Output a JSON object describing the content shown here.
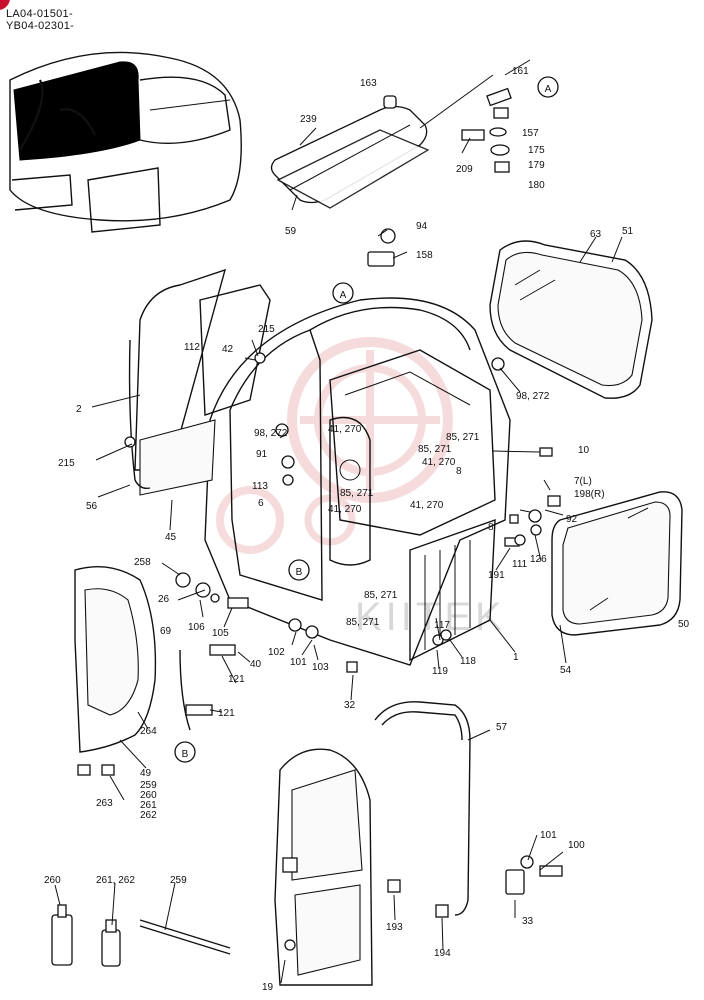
{
  "header": {
    "serial_1": "LA04-01501-",
    "serial_2": "YB04-02301-"
  },
  "watermark": "KIITEK",
  "view_markers": [
    "A",
    "A",
    "B",
    "B"
  ],
  "part_labels": [
    {
      "id": "p163",
      "text": "163"
    },
    {
      "id": "p161",
      "text": "161"
    },
    {
      "id": "p157",
      "text": "157"
    },
    {
      "id": "p175",
      "text": "175"
    },
    {
      "id": "p179",
      "text": "179"
    },
    {
      "id": "p180",
      "text": "180"
    },
    {
      "id": "p209",
      "text": "209"
    },
    {
      "id": "p239",
      "text": "239"
    },
    {
      "id": "p59",
      "text": "59"
    },
    {
      "id": "p94",
      "text": "94"
    },
    {
      "id": "p158",
      "text": "158"
    },
    {
      "id": "p63",
      "text": "63"
    },
    {
      "id": "p51",
      "text": "51"
    },
    {
      "id": "p215a",
      "text": "215"
    },
    {
      "id": "p112",
      "text": "112"
    },
    {
      "id": "p42",
      "text": "42"
    },
    {
      "id": "p2",
      "text": "2"
    },
    {
      "id": "p98_272a",
      "text": "98, 272"
    },
    {
      "id": "p98_272b",
      "text": "98, 272"
    },
    {
      "id": "p41_270a",
      "text": "41, 270"
    },
    {
      "id": "p85_271a",
      "text": "85, 271"
    },
    {
      "id": "p85_271b",
      "text": "85, 271"
    },
    {
      "id": "p41_270b",
      "text": "41, 270"
    },
    {
      "id": "p91",
      "text": "91"
    },
    {
      "id": "p10",
      "text": "10"
    },
    {
      "id": "p215b",
      "text": "215"
    },
    {
      "id": "p113",
      "text": "113"
    },
    {
      "id": "p8a",
      "text": "8"
    },
    {
      "id": "p85_271c",
      "text": "85, 271"
    },
    {
      "id": "p6",
      "text": "6"
    },
    {
      "id": "p41_270c",
      "text": "41, 270"
    },
    {
      "id": "p41_270d",
      "text": "41, 270"
    },
    {
      "id": "p7L",
      "text": "7(L)"
    },
    {
      "id": "p198R",
      "text": "198(R)"
    },
    {
      "id": "p56",
      "text": "56"
    },
    {
      "id": "p45",
      "text": "45"
    },
    {
      "id": "p8b",
      "text": "8"
    },
    {
      "id": "p92",
      "text": "92"
    },
    {
      "id": "p258",
      "text": "258"
    },
    {
      "id": "p191",
      "text": "191"
    },
    {
      "id": "p111",
      "text": "111"
    },
    {
      "id": "p126",
      "text": "126"
    },
    {
      "id": "p26",
      "text": "26"
    },
    {
      "id": "p106",
      "text": "106"
    },
    {
      "id": "p105",
      "text": "105"
    },
    {
      "id": "p85_271d",
      "text": "85, 271"
    },
    {
      "id": "p85_271e",
      "text": "85, 271"
    },
    {
      "id": "p117",
      "text": "117"
    },
    {
      "id": "p50",
      "text": "50"
    },
    {
      "id": "p69",
      "text": "69"
    },
    {
      "id": "p102",
      "text": "102"
    },
    {
      "id": "p101a",
      "text": "101"
    },
    {
      "id": "p103",
      "text": "103"
    },
    {
      "id": "p40",
      "text": "40"
    },
    {
      "id": "p119",
      "text": "119"
    },
    {
      "id": "p118",
      "text": "118"
    },
    {
      "id": "p1",
      "text": "1"
    },
    {
      "id": "p54",
      "text": "54"
    },
    {
      "id": "p121a",
      "text": "121"
    },
    {
      "id": "p121b",
      "text": "121"
    },
    {
      "id": "p32",
      "text": "32"
    },
    {
      "id": "p264",
      "text": "264"
    },
    {
      "id": "p57",
      "text": "57"
    },
    {
      "id": "p49",
      "text": "49"
    },
    {
      "id": "p259a",
      "text": "259"
    },
    {
      "id": "p260a",
      "text": "260"
    },
    {
      "id": "p261",
      "text": "261"
    },
    {
      "id": "p262",
      "text": "262"
    },
    {
      "id": "p263",
      "text": "263"
    },
    {
      "id": "p101b",
      "text": "101"
    },
    {
      "id": "p100",
      "text": "100"
    },
    {
      "id": "p260b",
      "text": "260"
    },
    {
      "id": "p261_262",
      "text": "261, 262"
    },
    {
      "id": "p259b",
      "text": "259"
    },
    {
      "id": "p193",
      "text": "193"
    },
    {
      "id": "p33",
      "text": "33"
    },
    {
      "id": "p194",
      "text": "194"
    },
    {
      "id": "p19",
      "text": "19"
    }
  ]
}
